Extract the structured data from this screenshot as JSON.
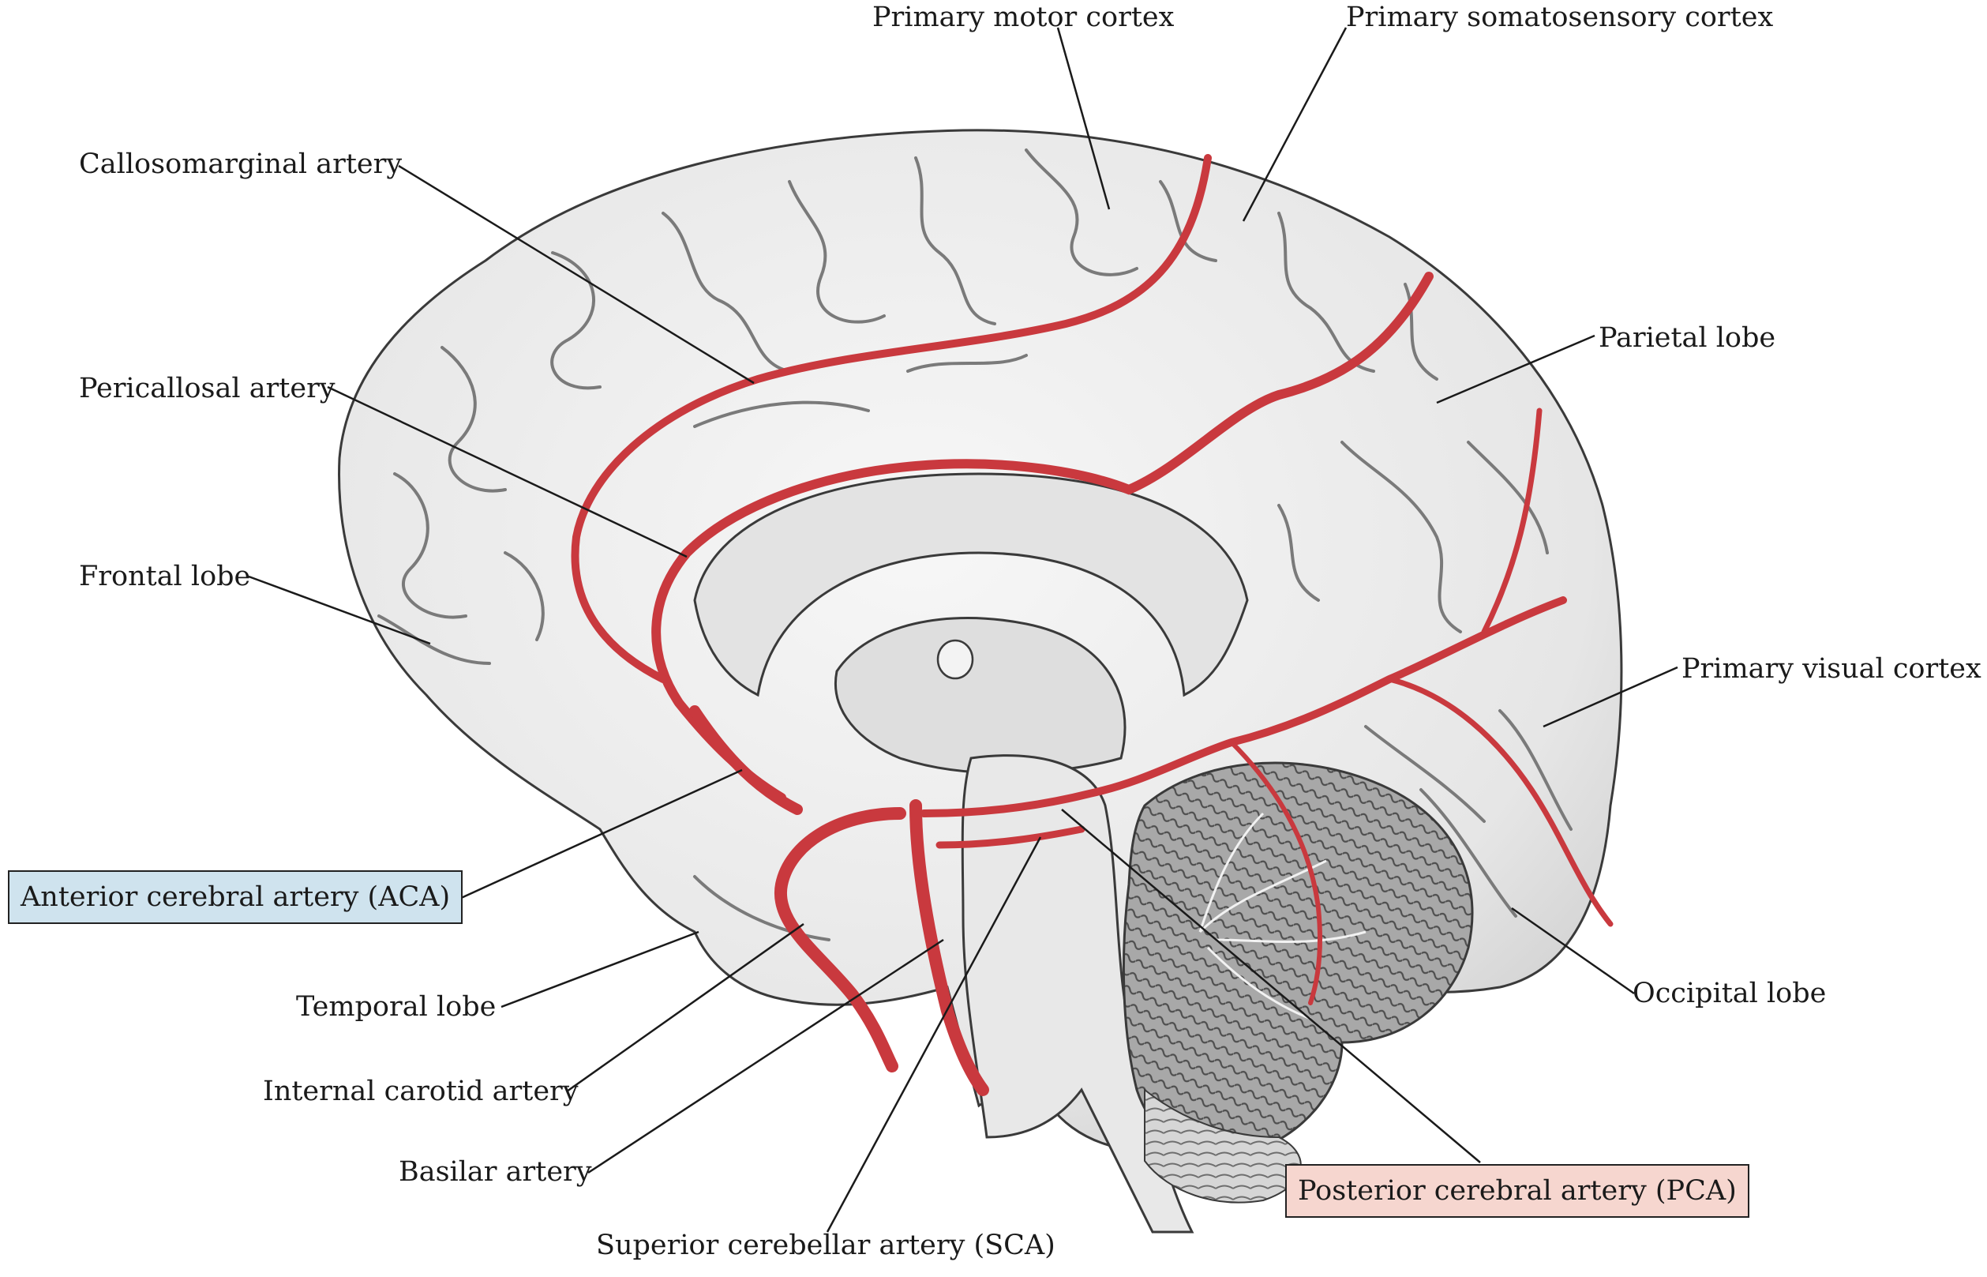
{
  "labels": {
    "primary_motor_cortex": "Primary motor cortex",
    "primary_somatosensory_cortex": "Primary somatosensory cortex",
    "callosomarginal_artery": "Callosomarginal artery",
    "parietal_lobe": "Parietal lobe",
    "pericallosal_artery": "Pericallosal artery",
    "frontal_lobe": "Frontal lobe",
    "primary_visual_cortex": "Primary visual cortex",
    "anterior_cerebral_artery": "Anterior cerebral artery (ACA)",
    "temporal_lobe": "Temporal lobe",
    "occipital_lobe": "Occipital lobe",
    "internal_carotid_artery": "Internal carotid artery",
    "basilar_artery": "Basilar artery",
    "posterior_cerebral_artery": "Posterior cerebral artery (PCA)",
    "superior_cerebellar_artery": "Superior cerebellar artery (SCA)"
  },
  "colors": {
    "artery": "#c9393e",
    "artery_highlight": "#e0686b",
    "brain_fill": "#ededed",
    "sulcus": "#7a7a7a",
    "outline": "#3a3a3a",
    "cerebellum": "#9a9a9a",
    "leader": "#1a1a1a",
    "aca_box": "#cfe3ee",
    "pca_box": "#f6d6cf"
  }
}
